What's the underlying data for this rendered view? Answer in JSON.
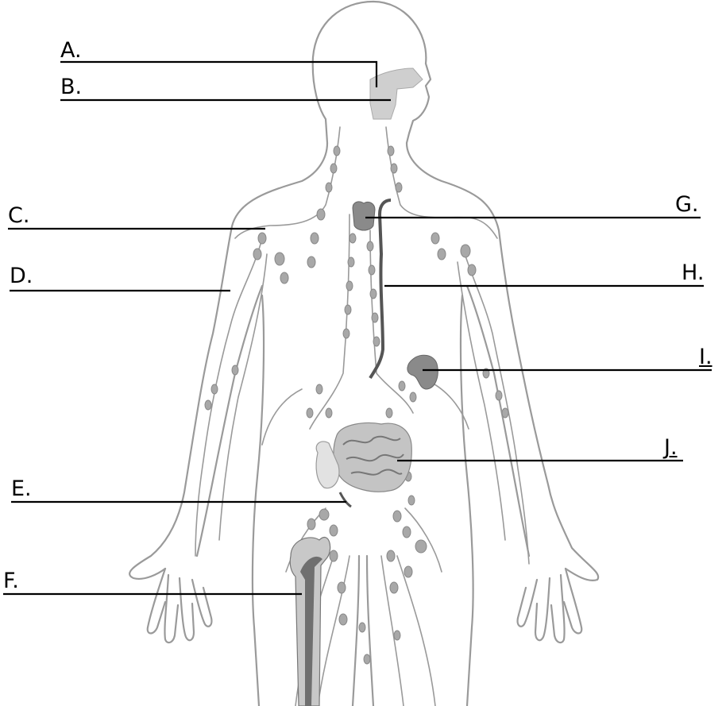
{
  "diagram": {
    "labels": {
      "A": "A.",
      "B": "B.",
      "C": "C.",
      "D": "D.",
      "E": "E.",
      "F": "F.",
      "G": "G.",
      "H": "H.",
      "I": "I.",
      "J": "J."
    }
  },
  "colors": {
    "outline": "#9a9a9a",
    "node_fill": "#a8a8a8",
    "organ_dark": "#8a8a8a",
    "organ_light": "#c8c8c8",
    "leader_line": "#000000"
  }
}
